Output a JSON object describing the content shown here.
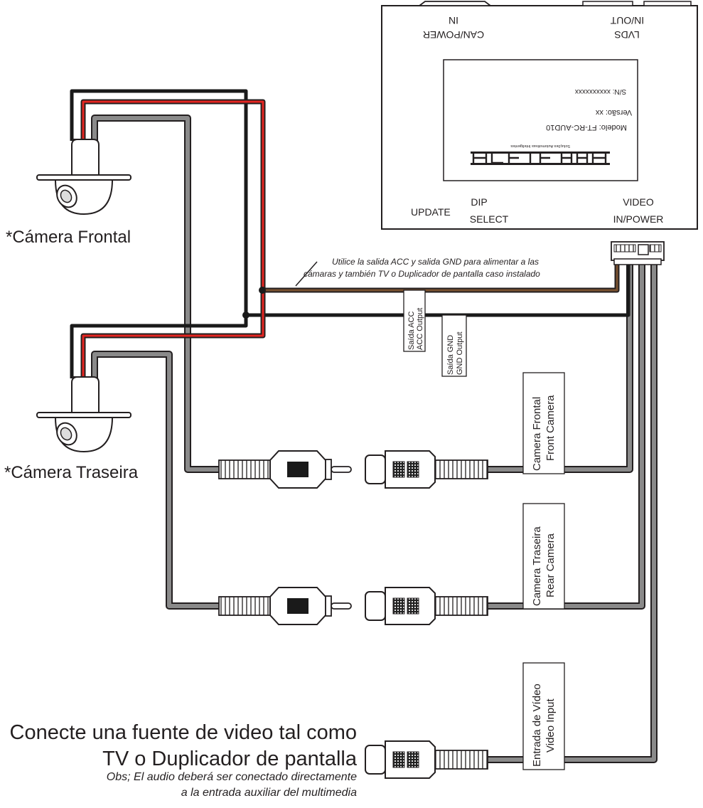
{
  "module": {
    "port_can_power": [
      "IN",
      "CAN/POWER"
    ],
    "port_lvds": [
      "IN/OUT",
      "LVDS"
    ],
    "label": {
      "serial": "S/N:  xxxxxxxxxx",
      "version": "Versão: xx",
      "model": "Modelo: FT-RC-AUD10",
      "brand_tagline": "Soluções Automotivas Inteligentes"
    },
    "bottom_labels": {
      "update": "UPDATE",
      "dip": [
        "DIP",
        "SELECT"
      ],
      "video": [
        "VIDEO",
        "IN/POWER"
      ]
    }
  },
  "cameras": {
    "front_label": "*Cámera Frontal",
    "rear_label": "*Cámera Traseira"
  },
  "note": {
    "line1": "Utilice la salida ACC y salida GND para alimentar a las",
    "line2": "cámaras y también TV o Duplicador de pantalla caso instalado"
  },
  "outputs": {
    "acc": [
      "Saída ACC",
      "ACC Output"
    ],
    "gnd": [
      "Saída GND",
      "GND Output"
    ]
  },
  "connectors": {
    "front_camera": [
      "Camera Frontal",
      "Front Camera"
    ],
    "rear_camera": [
      "Camera Traseira",
      "Rear Camera"
    ],
    "video_input": [
      "Entrada de Vídeo",
      "Video Input"
    ]
  },
  "instruction": {
    "line1": "Conecte una fuente de video tal como",
    "line2": "TV o Duplicador de pantalla",
    "obs1": "Obs; El audio deberá ser conectado directamente",
    "obs2": "a la entrada auxiliar del multimedia"
  },
  "colors": {
    "wire_black": "#1a1a1a",
    "wire_red": "#e52521",
    "wire_gray": "#8a8a8a",
    "wire_brown": "#7a5230",
    "outline": "#231f20"
  }
}
